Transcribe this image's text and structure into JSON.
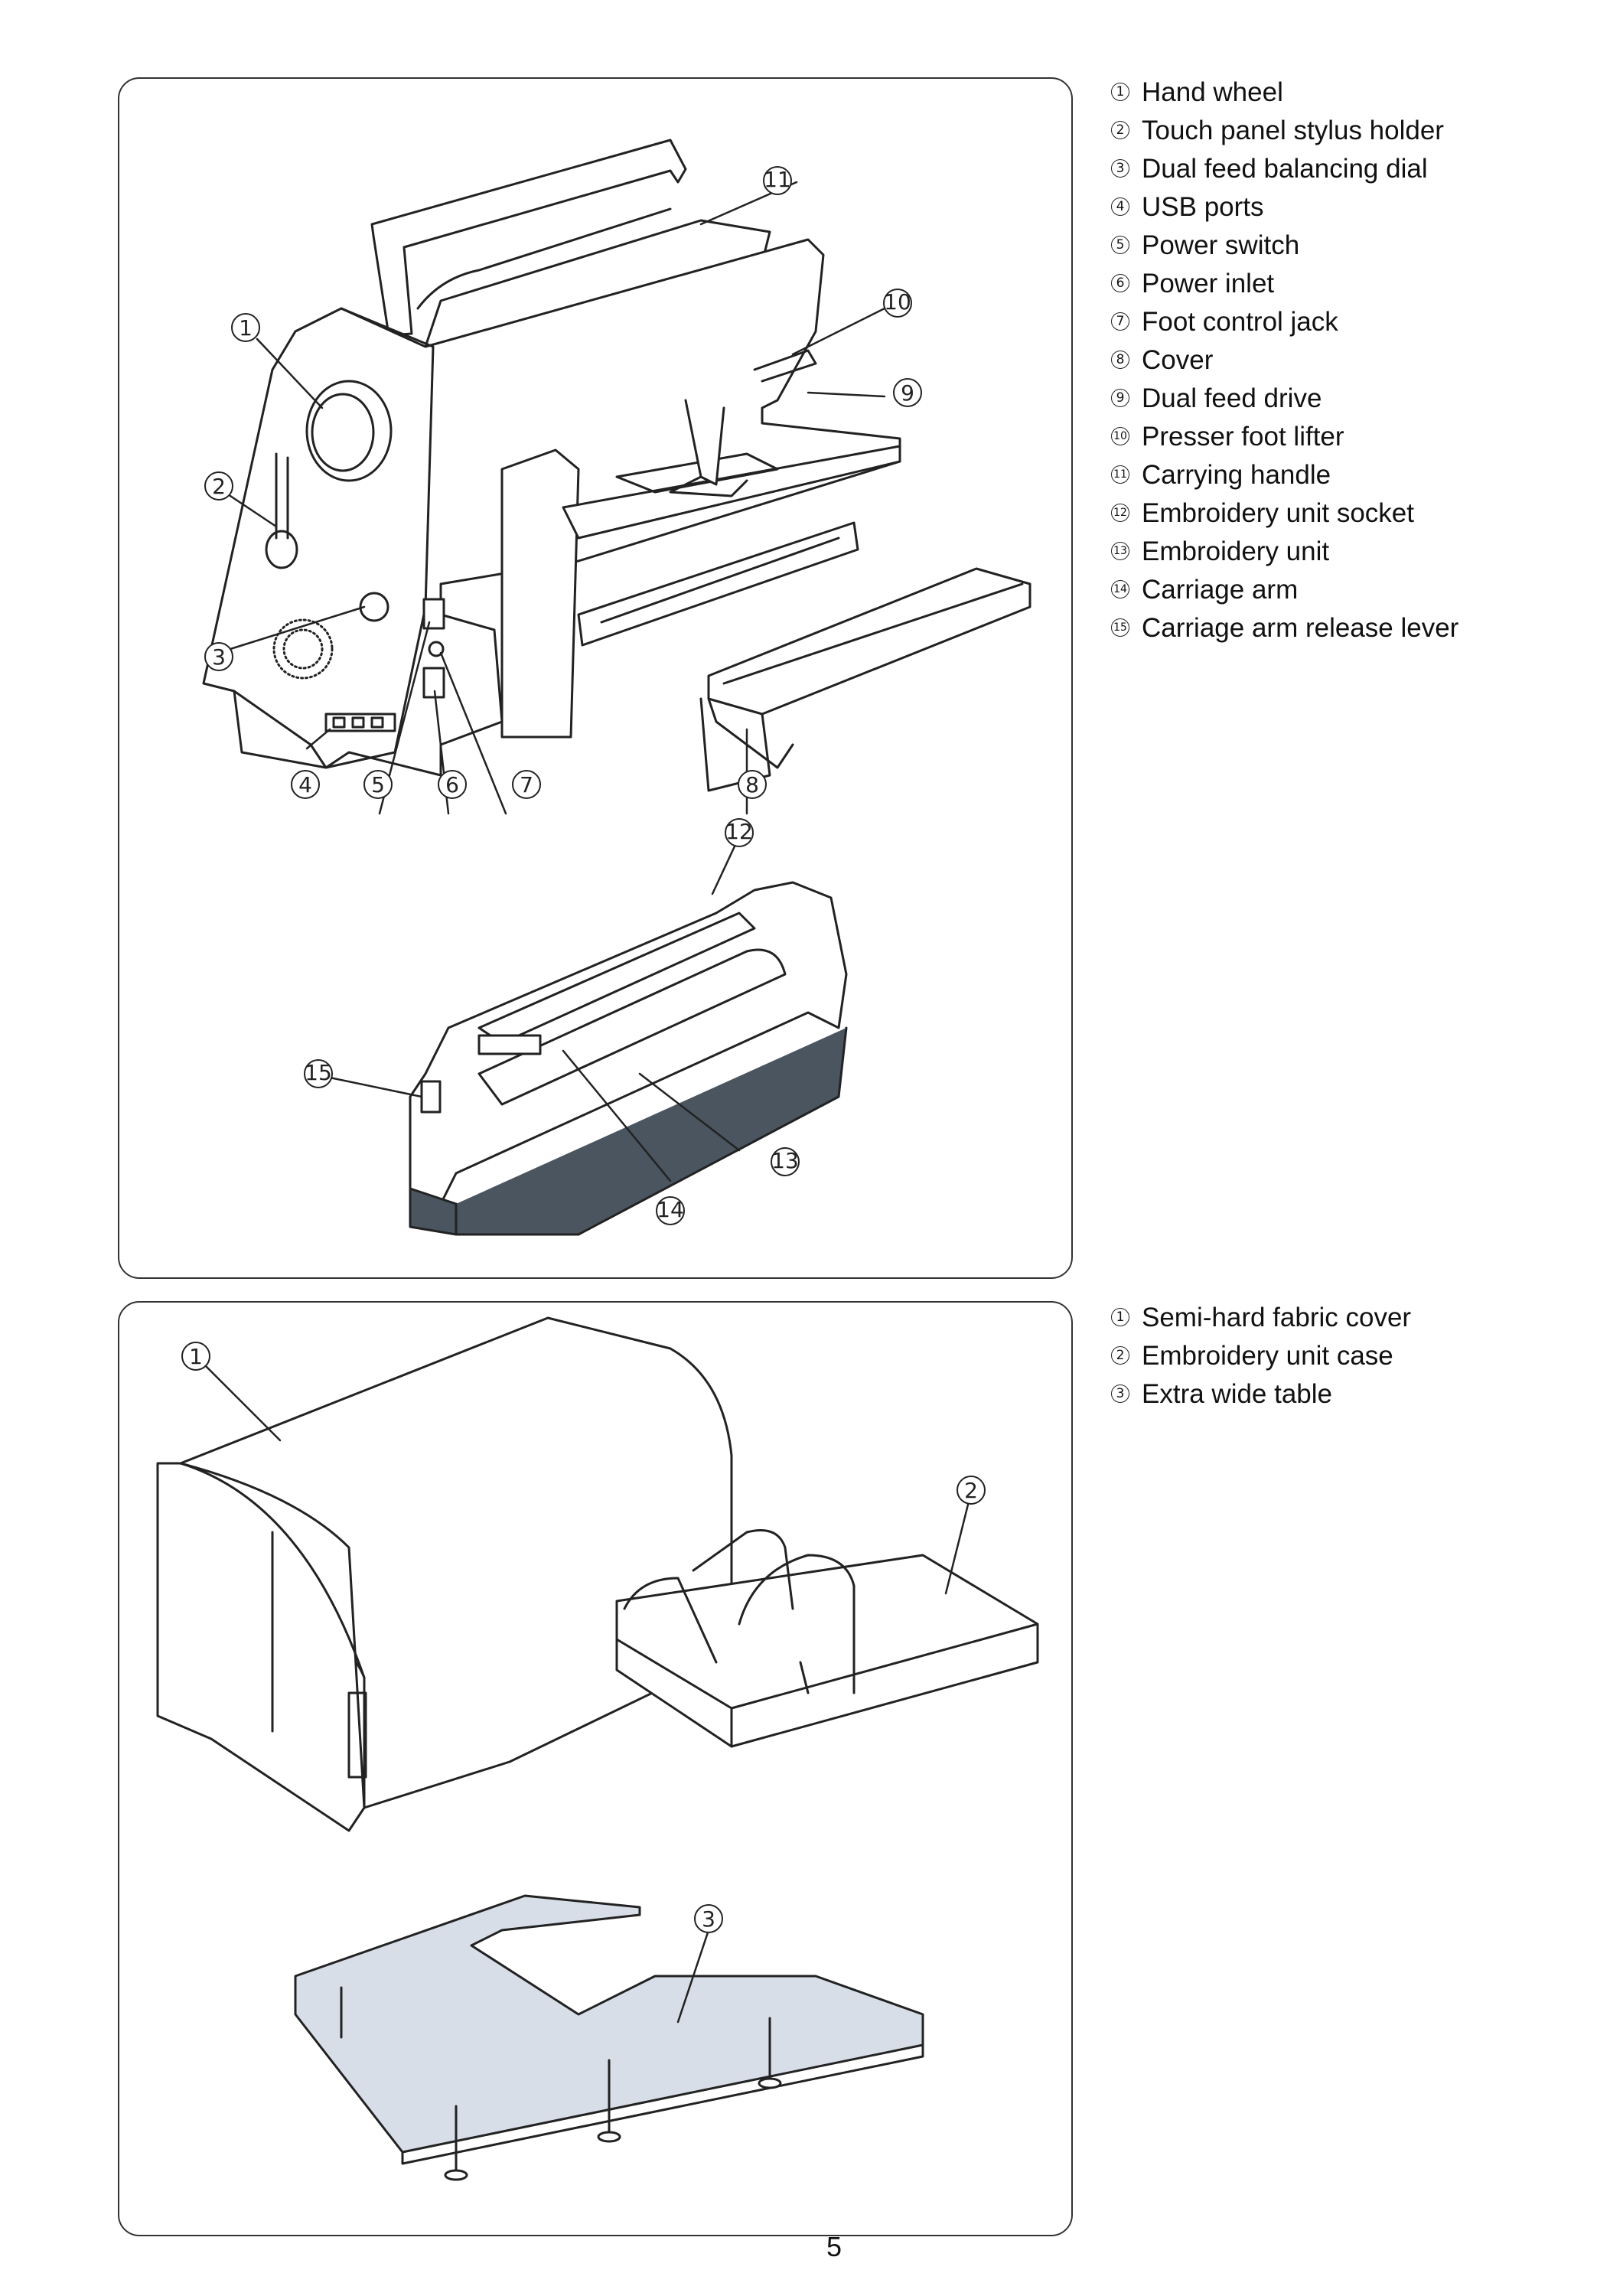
{
  "top_section": {
    "parts": [
      {
        "num": "1",
        "label": "Hand wheel"
      },
      {
        "num": "2",
        "label": "Touch panel stylus holder"
      },
      {
        "num": "3",
        "label": "Dual feed balancing dial"
      },
      {
        "num": "4",
        "label": "USB ports"
      },
      {
        "num": "5",
        "label": "Power switch"
      },
      {
        "num": "6",
        "label": "Power inlet"
      },
      {
        "num": "7",
        "label": "Foot control jack"
      },
      {
        "num": "8",
        "label": "Cover"
      },
      {
        "num": "9",
        "label": "Dual feed drive"
      },
      {
        "num": "10",
        "label": "Presser foot lifter"
      },
      {
        "num": "11",
        "label": "Carrying handle"
      },
      {
        "num": "12",
        "label": "Embroidery unit socket"
      },
      {
        "num": "13",
        "label": "Embroidery unit"
      },
      {
        "num": "14",
        "label": "Carriage arm"
      },
      {
        "num": "15",
        "label": "Carriage arm release lever"
      }
    ]
  },
  "bottom_section": {
    "parts": [
      {
        "num": "1",
        "label": "Semi-hard fabric cover"
      },
      {
        "num": "2",
        "label": "Embroidery unit case"
      },
      {
        "num": "3",
        "label": "Extra wide table"
      }
    ]
  },
  "page_number": "5",
  "colors": {
    "frame": "#333333",
    "unit_base": "#4a5560",
    "table_fill": "#d7dee8"
  }
}
